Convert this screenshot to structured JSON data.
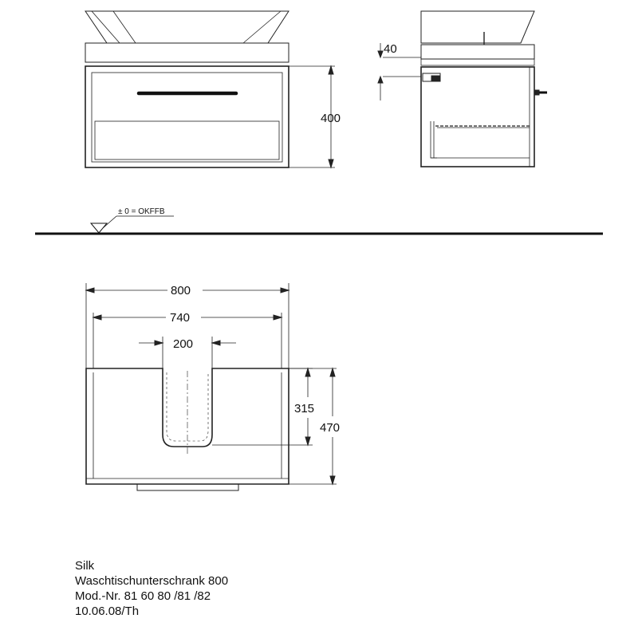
{
  "drawing": {
    "dimensions": {
      "side_top_thickness": "40",
      "front_height": "400",
      "plan_total_width": "800",
      "plan_inner_width": "740",
      "plan_cutout_width": "200",
      "plan_cutout_depth": "315",
      "plan_total_depth": "470"
    },
    "floor_reference_label": "± 0 = OKFFB",
    "line_color": "#111111"
  },
  "caption": {
    "line1": "Silk",
    "line2": "Waschtischunterschrank 800",
    "line3": "Mod.-Nr. 81 60 80 /81 /82",
    "line4": "10.06.08/Th"
  }
}
